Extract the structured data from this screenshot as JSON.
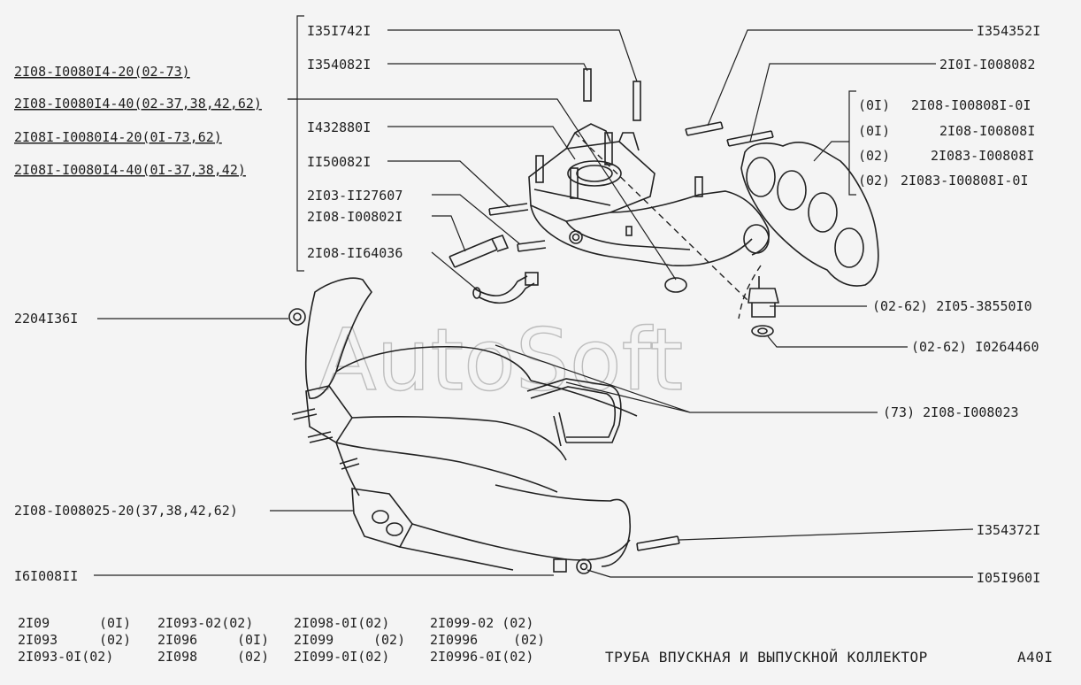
{
  "watermark": "AutoSoft",
  "title": "ТРУБА ВПУСКНАЯ И ВЫПУСКНОЙ КОЛЛЕКТОР",
  "page_code": "A40I",
  "left_part_numbers": [
    "2I08-I0080I4-20(02-73)",
    "2I08-I0080I4-40(02-37,38,42,62)",
    "2I08I-I0080I4-20(0I-73,62)",
    "2I08I-I0080I4-40(0I-37,38,42)"
  ],
  "bracket_labels": [
    "I35I742I",
    "I354082I",
    "I432880I",
    "II50082I",
    "2I03-II27607",
    "2I08-I00802I",
    "2I08-II64036"
  ],
  "right_labels": {
    "r1": "I354352I",
    "r2": "2I0I-I008082",
    "gasket_variants": [
      {
        "code": "(0I)",
        "part": "2I08-I00808I-0I"
      },
      {
        "code": "(0I)",
        "part": "2I08-I00808I"
      },
      {
        "code": "(02)",
        "part": "2I083-I00808I"
      },
      {
        "code": "(02)",
        "part": "2I083-I00808I-0I"
      }
    ],
    "sensor": "(02-62) 2I05-38550I0",
    "washer": "(02-62) I0264460",
    "tube": "(73) 2I08-I008023",
    "stud": "I354372I",
    "nut": "I05I960I"
  },
  "left_labels": {
    "washer": "2204I36I",
    "manifold": "2I08-I008025-20(37,38,42,62)",
    "nut": "I6I008II"
  },
  "models": [
    [
      "2I09",
      "(0I)"
    ],
    [
      "2I093",
      "(02)"
    ],
    [
      "2I093-0I(02)",
      ""
    ],
    [
      "2I093-02(02)",
      ""
    ],
    [
      "2I096",
      "(0I)"
    ],
    [
      "2I098",
      "(02)"
    ],
    [
      "2I098-0I(02)",
      ""
    ],
    [
      "2I099",
      "(02)"
    ],
    [
      "2I099-0I(02)",
      ""
    ],
    [
      "2I099-02 (02)",
      ""
    ],
    [
      "2I0996",
      "(02)"
    ],
    [
      "2I0996-0I(02)",
      ""
    ]
  ]
}
